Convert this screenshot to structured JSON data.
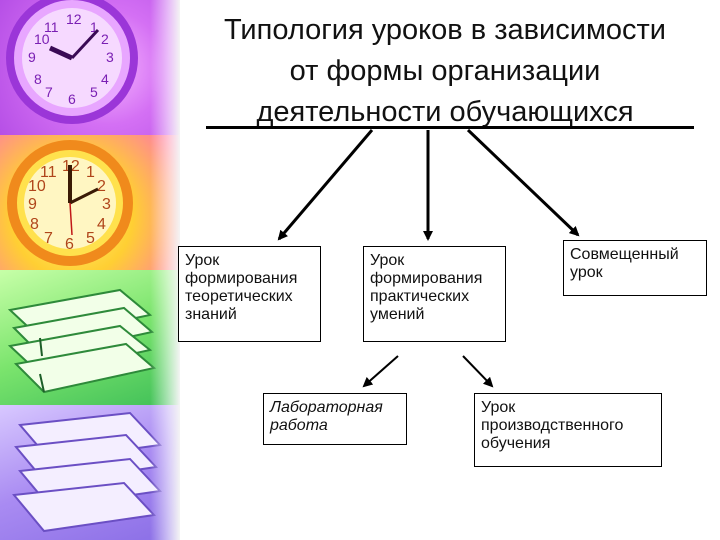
{
  "title": {
    "lines": [
      "Типология уроков в зависимости",
      "от формы организации",
      "деятельности обучающихся"
    ]
  },
  "nodes": {
    "theory": {
      "lines": [
        "Урок",
        "формирования",
        "теоретических",
        "знаний"
      ]
    },
    "practice": {
      "lines": [
        "Урок",
        "формирования",
        "практических",
        "умений"
      ]
    },
    "combined": {
      "lines": [
        "Совмещенный",
        "урок"
      ]
    },
    "lab": {
      "lines": [
        "Лабораторная",
        "работа"
      ]
    },
    "industrial": {
      "lines": [
        "Урок",
        "производственного",
        "обучения"
      ]
    }
  },
  "decor": {
    "icons": [
      "clock-icon",
      "clock-icon",
      "books-icon",
      "papers-icon"
    ],
    "colors": {
      "purple": "#c15ff0",
      "yellow": "#ffd633",
      "green": "#6fdc68",
      "lavender": "#a98bf2"
    }
  }
}
